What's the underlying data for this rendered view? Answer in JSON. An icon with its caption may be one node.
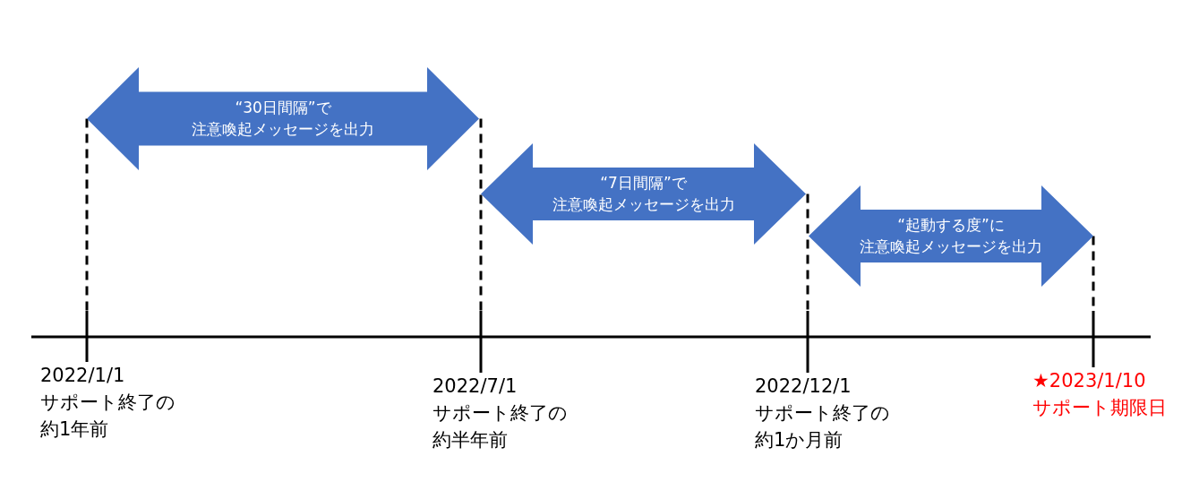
{
  "diagram": {
    "nodes": [
      {
        "text": [
          "“30日間隔”で",
          "注意喚起メッセージを出力"
        ]
      },
      {
        "text": [
          "“7日間隔”で",
          "注意喚起メッセージを出力"
        ]
      },
      {
        "text": [
          "“起動する度”に",
          "注意喚起メッセージを出力"
        ]
      },
      {
        "text": [
          "2022/1/1",
          "サポート終了の約1年前"
        ]
      },
      {
        "text": [
          "2022/7/1",
          "サポート終了の約半年前"
        ]
      },
      {
        "text": [
          "2022/12/1",
          "サポート終了の約1か月前"
        ]
      },
      {
        "text": [
          "★2023/1/10",
          "サポート期限日"
        ]
      }
    ],
    "edges": [
      {
        "from": 0,
        "to": 3,
        "arrow": "none",
        "style": "dashed"
      },
      {
        "from": 0,
        "to": 4,
        "arrow": "none",
        "style": "dashed"
      },
      {
        "from": 1,
        "to": 5,
        "arrow": "none",
        "style": "dashed"
      },
      {
        "from": 2,
        "to": 6,
        "arrow": "none",
        "style": "dashed"
      }
    ]
  }
}
